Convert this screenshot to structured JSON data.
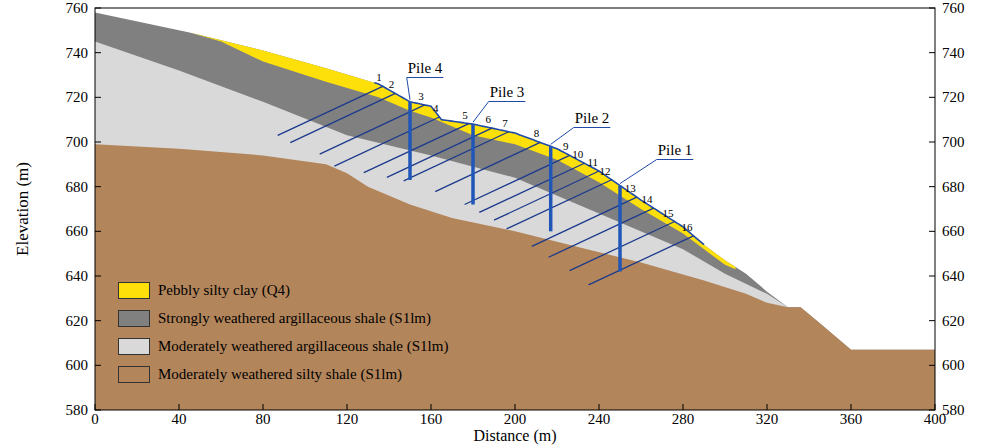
{
  "diagram": {
    "labels": [
      "760",
      "740",
      "720",
      "700",
      "680",
      "660",
      "640",
      "620",
      "600",
      "580",
      "0",
      "40",
      "80",
      "120",
      "160",
      "200",
      "240",
      "280",
      "320",
      "360",
      "400",
      "760",
      "740",
      "720",
      "700",
      "680",
      "660",
      "640",
      "620",
      "600",
      "580",
      "Elevation (m)",
      "Distance (m)",
      "Pile 4",
      "Pile 3",
      "Pile 2",
      "Pile 1",
      "1",
      "2",
      "3",
      "4",
      "5",
      "6",
      "7",
      "8",
      "9",
      "10",
      "11",
      "12",
      "13",
      "14",
      "15",
      "16"
    ],
    "legend": [
      {
        "text": "Pebbly silty clay (Q4)",
        "color": "#fde009"
      },
      {
        "text": "Strongly weathered argillaceous shale (S1lm)",
        "color": "#808080"
      },
      {
        "text": "Moderately weathered argillaceous shale (S1lm)",
        "color": "#d9d9d9"
      },
      {
        "text": "Moderately weathered silty shale (S1lm)",
        "color": "#b3855b"
      }
    ]
  }
}
